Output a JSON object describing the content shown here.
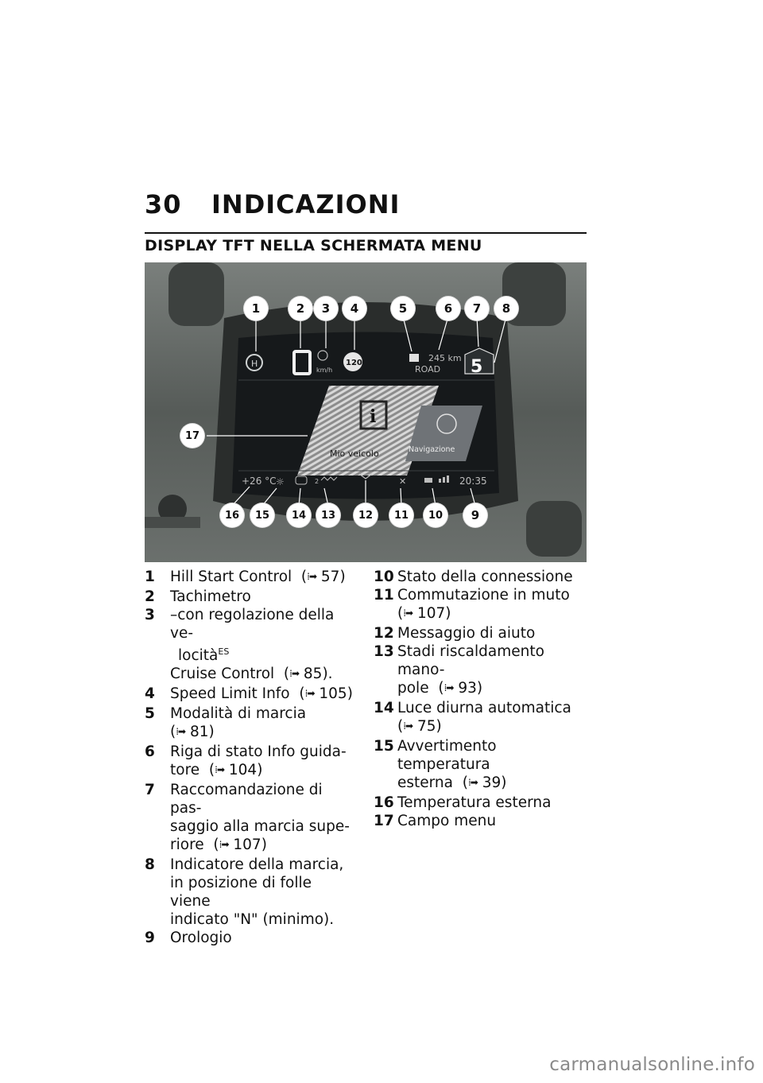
{
  "header": {
    "page_number": "30",
    "chapter": "INDICAZIONI",
    "section": "DISPLAY TFT NELLA SCHERMATA MENU"
  },
  "figure": {
    "callouts": [
      "1",
      "2",
      "3",
      "4",
      "5",
      "6",
      "7",
      "8",
      "9",
      "10",
      "11",
      "12",
      "13",
      "14",
      "15",
      "16",
      "17"
    ],
    "display": {
      "speed_limit": "120",
      "speed_unit": "km/h",
      "range": "245 km",
      "mode": "ROAD",
      "gear": "5",
      "menu_info_label": "Mio veicolo",
      "menu_nav_label": "Navigazione",
      "outside_temp": "+26 °C",
      "clock": "20:35",
      "heated_grip_level": "2"
    }
  },
  "legend_left": [
    {
      "n": "1",
      "lines": [
        "Hill Start Control"
      ],
      "ref": "57"
    },
    {
      "n": "2",
      "lines": [
        "Tachimetro"
      ]
    },
    {
      "n": "3",
      "lines": [
        "–con regolazione della ve-"
      ],
      "indent": "locità",
      "sup": "ES",
      "line2": "Cruise Control",
      "ref": "85",
      "ref_suffix": "."
    },
    {
      "n": "4",
      "lines": [
        "Speed Limit Info"
      ],
      "ref": "105"
    },
    {
      "n": "5",
      "lines": [
        "Modalità di marcia"
      ],
      "ref": "81",
      "ref_newline": true
    },
    {
      "n": "6",
      "lines": [
        "Riga di stato Info guida-",
        "tore"
      ],
      "ref": "104"
    },
    {
      "n": "7",
      "lines": [
        "Raccomandazione di pas-",
        "saggio alla marcia supe-",
        "riore"
      ],
      "ref": "107"
    },
    {
      "n": "8",
      "lines": [
        "Indicatore della marcia,",
        "in posizione di folle viene",
        "indicato \"N\" (minimo)."
      ]
    },
    {
      "n": "9",
      "lines": [
        "Orologio"
      ]
    }
  ],
  "legend_right": [
    {
      "n": "10",
      "lines": [
        "Stato della connessione"
      ]
    },
    {
      "n": "11",
      "lines": [
        "Commutazione in muto"
      ],
      "ref": "107",
      "ref_newline": true
    },
    {
      "n": "12",
      "lines": [
        "Messaggio di aiuto"
      ]
    },
    {
      "n": "13",
      "lines": [
        "Stadi riscaldamento mano-",
        "pole"
      ],
      "ref": "93"
    },
    {
      "n": "14",
      "lines": [
        "Luce diurna automatica"
      ],
      "ref": "75",
      "ref_newline": true
    },
    {
      "n": "15",
      "lines": [
        "Avvertimento temperatura",
        "esterna"
      ],
      "ref": "39"
    },
    {
      "n": "16",
      "lines": [
        "Temperatura esterna"
      ]
    },
    {
      "n": "17",
      "lines": [
        "Campo menu"
      ]
    }
  ],
  "footer": {
    "watermark": "carmanualsonline.info"
  },
  "colors": {
    "callout_bg": "#ffffff",
    "callout_fg": "#111111",
    "screen": "#1a1d1f",
    "bezel": "#5d6360"
  }
}
